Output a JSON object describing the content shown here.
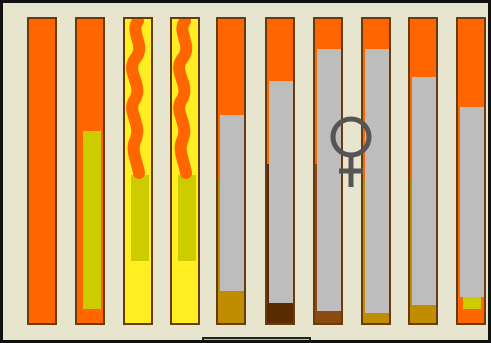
{
  "game": {
    "palette": {
      "frame_background": "#e8e5cf",
      "tube_border": "#6b3b10",
      "orange": "#ff6600",
      "yellow": "#ffee22",
      "olive": "#cccc00",
      "gray": "#bdbdbd",
      "mustard": "#c08c00",
      "dark_brown": "#5a2a00",
      "brown": "#8b4a0f"
    },
    "tubes": [
      {
        "id": "tube-1",
        "fill": "#ff6600",
        "content": "orange-full"
      },
      {
        "id": "tube-2",
        "fill": "#ff6600",
        "content": "orange-with-olive-bar"
      },
      {
        "id": "tube-3",
        "fill": "#ffee22",
        "content": "yellow-with-flame"
      },
      {
        "id": "tube-4",
        "fill": "#ffee22",
        "content": "yellow-with-flame"
      },
      {
        "id": "tube-5",
        "fill": "#ff6600",
        "content": "gray-sample-mustard-base"
      },
      {
        "id": "tube-6",
        "fill": "#ff6600",
        "content": "gray-sample-dark-base"
      },
      {
        "id": "tube-7",
        "fill": "#ff6600",
        "content": "gray-sample-brown-base"
      },
      {
        "id": "tube-8",
        "fill": "#ff6600",
        "content": "gray-sample-mustard-base"
      },
      {
        "id": "tube-9",
        "fill": "#ff6600",
        "content": "gray-sample-mustard-base"
      },
      {
        "id": "tube-10",
        "fill": "#ff6600",
        "content": "gray-sample-olive-base"
      }
    ],
    "overlay_icon": "female-symbol-icon",
    "bottom_tab": "gray-tab"
  }
}
